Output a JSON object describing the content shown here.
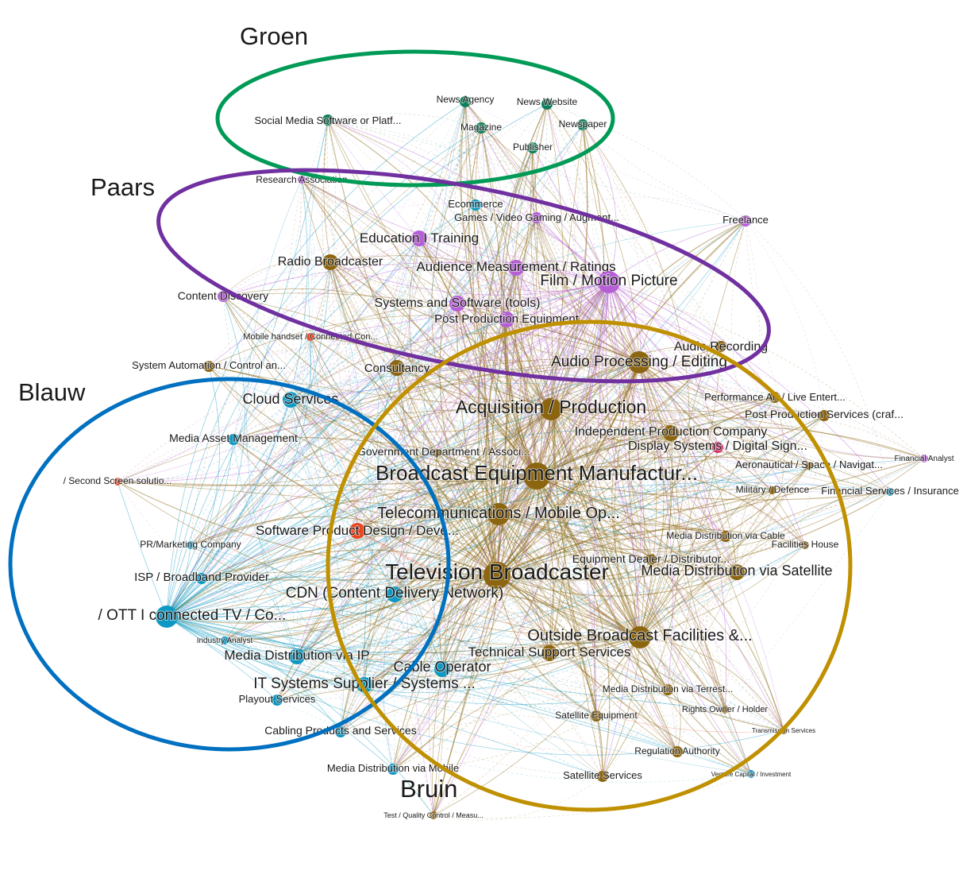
{
  "colors": {
    "green": "#009a57",
    "purple": "#7030a0",
    "blue": "#0070c0",
    "brown": "#bf9000",
    "node_green": "#0e7f5c",
    "node_purple": "#b65ed6",
    "node_blue": "#0e98c2",
    "node_brown": "#8c6510",
    "node_red": "#e8461f",
    "node_pink": "#d6306a"
  },
  "clusters": [
    {
      "id": "groen",
      "label": "Groen",
      "color": "green"
    },
    {
      "id": "paars",
      "label": "Paars",
      "color": "purple"
    },
    {
      "id": "blauw",
      "label": "Blauw",
      "color": "blue"
    },
    {
      "id": "bruin",
      "label": "Bruin",
      "color": "brown"
    }
  ],
  "nodes": [
    {
      "label": "News Agency",
      "group": "green",
      "size": 2
    },
    {
      "label": "News Website",
      "group": "green",
      "size": 2
    },
    {
      "label": "Social Media Software or Platf...",
      "group": "green",
      "size": 2
    },
    {
      "label": "Magazine",
      "group": "green",
      "size": 2
    },
    {
      "label": "Newspaper",
      "group": "green",
      "size": 2
    },
    {
      "label": "Publisher",
      "group": "green",
      "size": 2
    },
    {
      "label": "Research Association",
      "group": "purple",
      "size": 1
    },
    {
      "label": "Ecommerce",
      "group": "blue",
      "size": 2
    },
    {
      "label": "Games / Video Gaming / Augment...",
      "group": "purple",
      "size": 2
    },
    {
      "label": "Freelance",
      "group": "purple",
      "size": 2
    },
    {
      "label": "Education I Training",
      "group": "purple",
      "size": 3
    },
    {
      "label": "Radio Broadcaster",
      "group": "brown",
      "size": 3
    },
    {
      "label": "Audience Measurement / Ratings",
      "group": "purple",
      "size": 3
    },
    {
      "label": "Film / Motion Picture",
      "group": "purple",
      "size": 4
    },
    {
      "label": "Content Discovery",
      "group": "purple",
      "size": 2
    },
    {
      "label": "Systems and Software (tools)",
      "group": "purple",
      "size": 3
    },
    {
      "label": "Post Production Equipment",
      "group": "purple",
      "size": 3
    },
    {
      "label": "Mobile handset / Connected Con...",
      "group": "red",
      "size": 1
    },
    {
      "label": "Audio Recording",
      "group": "brown",
      "size": 2
    },
    {
      "label": "System Automation / Control an...",
      "group": "brown",
      "size": 2
    },
    {
      "label": "Consultancy",
      "group": "brown",
      "size": 3
    },
    {
      "label": "Audio Processing / Editing",
      "group": "brown",
      "size": 4
    },
    {
      "label": "Cloud Services",
      "group": "blue",
      "size": 3
    },
    {
      "label": "Performance Art / Live Entert...",
      "group": "brown",
      "size": 2
    },
    {
      "label": "Acquisition / Production",
      "group": "brown",
      "size": 4
    },
    {
      "label": "Post Production Services (craf...",
      "group": "brown",
      "size": 2
    },
    {
      "label": "Independent Production Company",
      "group": "brown",
      "size": 3
    },
    {
      "label": "Media Asset Management",
      "group": "blue",
      "size": 2
    },
    {
      "label": "Display Systems / Digital Sign...",
      "group": "pink",
      "size": 2
    },
    {
      "label": "Government Department / Associ...",
      "group": "brown",
      "size": 1
    },
    {
      "label": "Financial Analyst",
      "group": "purple",
      "size": 1
    },
    {
      "label": "Aeronautical / Space / Navigat...",
      "group": "brown",
      "size": 1
    },
    {
      "label": "Broadcast Equipment Manufactur...",
      "group": "brown",
      "size": 5
    },
    {
      "label": "/ Second Screen solutio...",
      "group": "red",
      "size": 1
    },
    {
      "label": "Military / Defence",
      "group": "brown",
      "size": 1
    },
    {
      "label": "Financial Services / Insurance",
      "group": "blue",
      "size": 1
    },
    {
      "label": "Telecommunications / Mobile Op...",
      "group": "brown",
      "size": 4
    },
    {
      "label": "Software Product Design / Deve...",
      "group": "red",
      "size": 3
    },
    {
      "label": "Media Distribution via Cable",
      "group": "brown",
      "size": 2
    },
    {
      "label": "PR/Marketing Company",
      "group": "blue",
      "size": 1
    },
    {
      "label": "Facilities House",
      "group": "brown",
      "size": 1
    },
    {
      "label": "Equipment Dealer / Distributor...",
      "group": "brown",
      "size": 2
    },
    {
      "label": "ISP / Broadband Provider",
      "group": "blue",
      "size": 2
    },
    {
      "label": "Television Broadcaster",
      "group": "brown",
      "size": 5
    },
    {
      "label": "Media Distribution via Satellite",
      "group": "brown",
      "size": 3
    },
    {
      "label": "CDN (Content Delivery Network)",
      "group": "blue",
      "size": 3
    },
    {
      "label": "/ OTT I connected TV / Co...",
      "group": "blue",
      "size": 4
    },
    {
      "label": "Industry Analyst",
      "group": "blue",
      "size": 1
    },
    {
      "label": "Outside Broadcast Facilities &...",
      "group": "brown",
      "size": 4
    },
    {
      "label": "Technical Support Services",
      "group": "brown",
      "size": 3
    },
    {
      "label": "Media Distribution via IP",
      "group": "blue",
      "size": 3
    },
    {
      "label": "Cable Operator",
      "group": "blue",
      "size": 3
    },
    {
      "label": "IT Systems Supplier / Systems ...",
      "group": "blue",
      "size": 3
    },
    {
      "label": "Media Distribution via Terrest...",
      "group": "brown",
      "size": 2
    },
    {
      "label": "Playout Services",
      "group": "blue",
      "size": 2
    },
    {
      "label": "Rights Owner / Holder",
      "group": "brown",
      "size": 1
    },
    {
      "label": "Satellite Equipment",
      "group": "brown",
      "size": 2
    },
    {
      "label": "Transmission Services",
      "group": "brown",
      "size": 1
    },
    {
      "label": "Cabling Products and Services",
      "group": "blue",
      "size": 2
    },
    {
      "label": "Regulation Authority",
      "group": "brown",
      "size": 2
    },
    {
      "label": "Media Distribution via Mobile",
      "group": "blue",
      "size": 2
    },
    {
      "label": "Satellite Services",
      "group": "brown",
      "size": 2
    },
    {
      "label": "Venture Capital / Investment",
      "group": "blue",
      "size": 1
    },
    {
      "label": "Test / Quality Control / Measu...",
      "group": "brown",
      "size": 1
    }
  ]
}
